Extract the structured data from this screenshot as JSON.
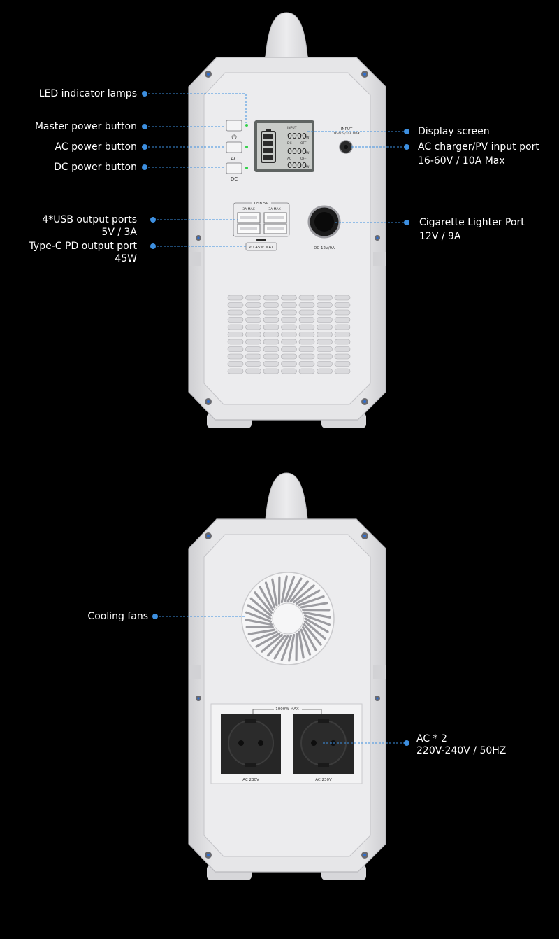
{
  "colors": {
    "background": "#000000",
    "device_body": "#e4e4e6",
    "device_panel": "#ececee",
    "callout_line": "#3d8fe0",
    "callout_dot": "#3d8fe0",
    "led": "#33d04a",
    "lcd": "#c9ccc9",
    "socket": "#262626"
  },
  "front_callouts": {
    "led_indicator": "LED indicator lamps",
    "master_power": "Master power button",
    "ac_power": "AC power button",
    "dc_power": "DC power button",
    "display_screen": "Display screen",
    "input_port": "AC charger/PV input port",
    "input_port_spec": "16-60V / 10A Max",
    "usb_ports": "4*USB output ports",
    "usb_spec": "5V / 3A",
    "typec": "Type-C PD output port",
    "typec_spec": "45W",
    "cig_port": "Cigarette Lighter Port",
    "cig_spec": "12V / 9A"
  },
  "back_callouts": {
    "cooling_fans": "Cooling fans",
    "ac_outlets": "AC * 2",
    "ac_spec": "220V-240V / 50HZ"
  },
  "front_panel_text": {
    "ac_button": "AC",
    "dc_button": "DC",
    "lcd_input": "INPUT",
    "lcd_dc": "DC",
    "lcd_ac": "AC",
    "lcd_off": "OFF",
    "lcd_digits": "0000",
    "lcd_unit": "W",
    "input_label": "INPUT",
    "input_sub": "16-60V/10A MAX",
    "usb_group": "USB 5V",
    "usb_left": "3A MAX",
    "usb_right": "3A MAX",
    "pd_label": "PD 45W MAX",
    "dc_port_label": "DC 12V/9A"
  },
  "back_panel_text": {
    "outlet_group": "1000W MAX",
    "outlet_left": "AC 230V",
    "outlet_right": "AC 230V"
  }
}
